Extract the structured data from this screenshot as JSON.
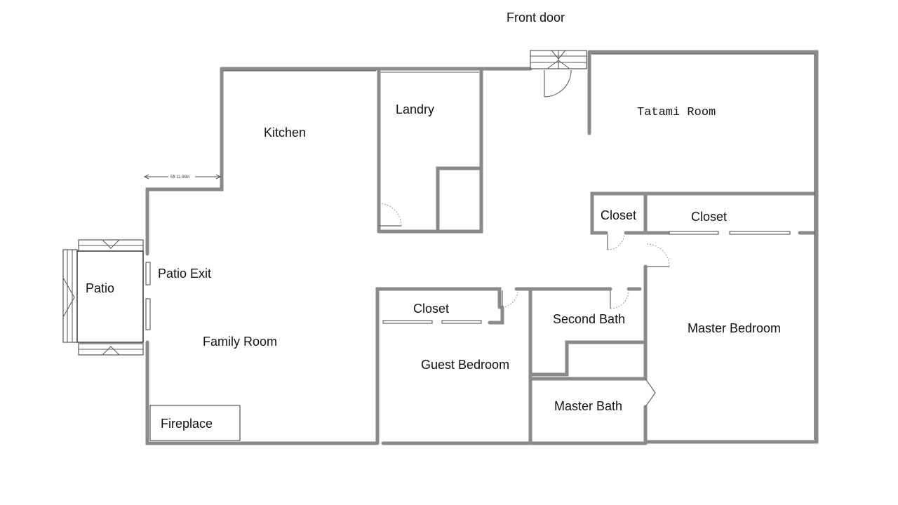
{
  "labels": {
    "front_door": "Front door",
    "kitchen": "Kitchen",
    "landry": "Landry",
    "tatami_room": "Tatami Room",
    "closet_small": "Closet",
    "closet_master": "Closet",
    "patio": "Patio",
    "patio_exit": "Patio Exit",
    "family_room": "Family Room",
    "closet_guest": "Closet",
    "second_bath": "Second Bath",
    "master_bedroom": "Master Bedroom",
    "guest_bedroom": "Guest Bedroom",
    "master_bath": "Master Bath",
    "fireplace": "Fireplace"
  },
  "dimension": {
    "text": "5ft 11.99in"
  },
  "colors": {
    "wall": "#8a8a8a",
    "background": "#ffffff"
  }
}
